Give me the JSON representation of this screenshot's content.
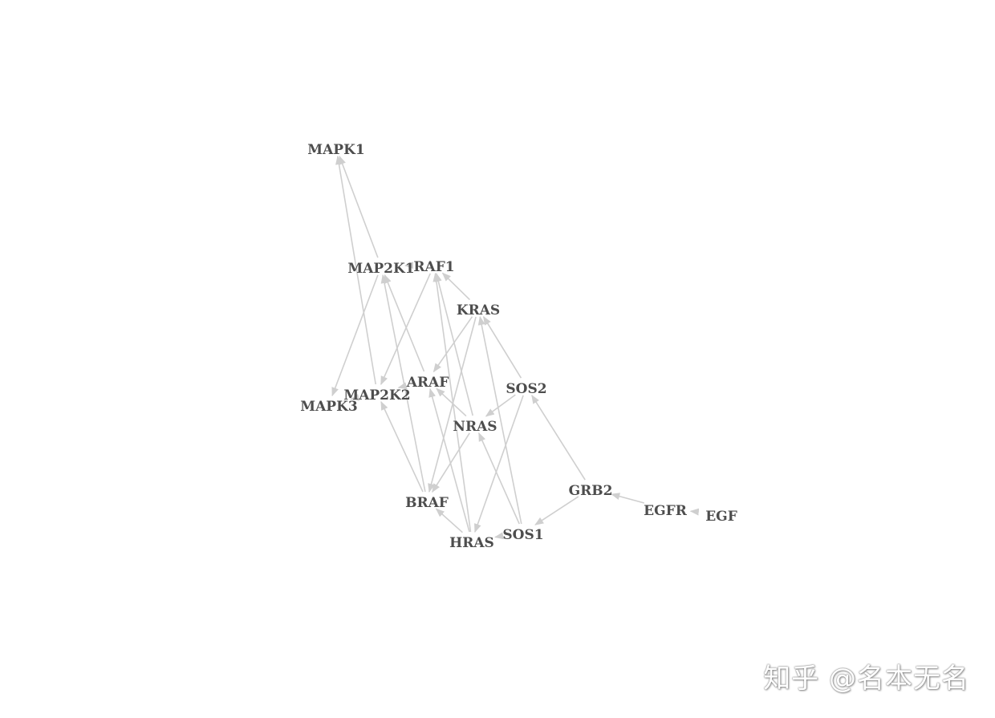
{
  "network": {
    "nodes": [
      {
        "id": "MAPK1",
        "label": "MAPK1"
      },
      {
        "id": "MAP2K1",
        "label": "MAP2K1"
      },
      {
        "id": "RAF1",
        "label": "RAF1"
      },
      {
        "id": "KRAS",
        "label": "KRAS"
      },
      {
        "id": "ARAF",
        "label": "ARAF"
      },
      {
        "id": "SOS2",
        "label": "SOS2"
      },
      {
        "id": "MAPK3",
        "label": "MAPK3"
      },
      {
        "id": "MAP2K2",
        "label": "MAP2K2"
      },
      {
        "id": "NRAS",
        "label": "NRAS"
      },
      {
        "id": "GRB2",
        "label": "GRB2"
      },
      {
        "id": "EGFR",
        "label": "EGFR"
      },
      {
        "id": "EGF",
        "label": "EGF"
      },
      {
        "id": "BRAF",
        "label": "BRAF"
      },
      {
        "id": "SOS1",
        "label": "SOS1"
      },
      {
        "id": "HRAS",
        "label": "HRAS"
      }
    ],
    "edges": [
      {
        "source": "MAP2K1",
        "target": "MAPK1"
      },
      {
        "source": "MAP2K1",
        "target": "MAPK3"
      },
      {
        "source": "MAP2K2",
        "target": "MAPK1"
      },
      {
        "source": "MAP2K2",
        "target": "MAPK3"
      },
      {
        "source": "RAF1",
        "target": "MAP2K1"
      },
      {
        "source": "RAF1",
        "target": "MAP2K2"
      },
      {
        "source": "ARAF",
        "target": "MAP2K1"
      },
      {
        "source": "ARAF",
        "target": "MAP2K2"
      },
      {
        "source": "BRAF",
        "target": "MAP2K1"
      },
      {
        "source": "BRAF",
        "target": "MAP2K2"
      },
      {
        "source": "KRAS",
        "target": "RAF1"
      },
      {
        "source": "KRAS",
        "target": "ARAF"
      },
      {
        "source": "KRAS",
        "target": "BRAF"
      },
      {
        "source": "NRAS",
        "target": "RAF1"
      },
      {
        "source": "NRAS",
        "target": "ARAF"
      },
      {
        "source": "NRAS",
        "target": "BRAF"
      },
      {
        "source": "HRAS",
        "target": "RAF1"
      },
      {
        "source": "HRAS",
        "target": "ARAF"
      },
      {
        "source": "HRAS",
        "target": "BRAF"
      },
      {
        "source": "SOS1",
        "target": "KRAS"
      },
      {
        "source": "SOS1",
        "target": "NRAS"
      },
      {
        "source": "SOS1",
        "target": "HRAS"
      },
      {
        "source": "SOS2",
        "target": "KRAS"
      },
      {
        "source": "SOS2",
        "target": "NRAS"
      },
      {
        "source": "SOS2",
        "target": "HRAS"
      },
      {
        "source": "GRB2",
        "target": "SOS1"
      },
      {
        "source": "GRB2",
        "target": "SOS2"
      },
      {
        "source": "EGFR",
        "target": "GRB2"
      },
      {
        "source": "EGF",
        "target": "EGFR"
      }
    ]
  },
  "watermark": {
    "text": "知乎 @名本无名"
  },
  "colors": {
    "edge": "#cfcfcf",
    "label": "#4d4d4d",
    "background": "#ffffff"
  }
}
